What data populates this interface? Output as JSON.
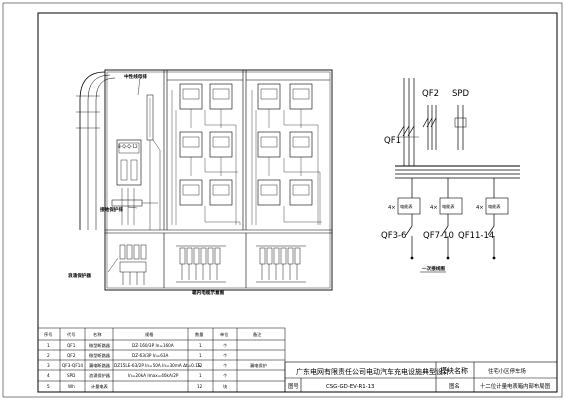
{
  "drawing": {
    "central_terminal_label": "中性线母排",
    "ground_block_label": "接地保护排",
    "surge_label": "浪涌保护器",
    "meter_circuit_label": "8-Q-Q-12",
    "cabinet_title": "箱内电缆示意图",
    "one_line_title": "一次接线图"
  },
  "one_line": {
    "qf2": "QF2",
    "spd": "SPD",
    "qf1": "QF1",
    "meter_box_prefix": "4×",
    "meter_box_label": "电能表",
    "group1": "QF3-6",
    "group2": "QF7-10",
    "group3": "QF11-14"
  },
  "table": {
    "headers": [
      "序号",
      "代号",
      "名称",
      "规格",
      "数量",
      "单位",
      "备注"
    ],
    "rows": [
      [
        "1",
        "QF1",
        "微型断路器",
        "DZ-160/3P In=160A",
        "1",
        "个",
        ""
      ],
      [
        "2",
        "QF2",
        "微型断路器",
        "DZ-63/3P In=63A",
        "1",
        "个",
        ""
      ],
      [
        "3",
        "QF3-QF14",
        "漏电断路器",
        "DZ15LE-63/2P In=50A In=30mA Δt=0.1S",
        "12",
        "个",
        "漏电保护"
      ],
      [
        "4",
        "SPD",
        "浪涌保护器",
        "In=20kA Imax=40kA/2P",
        "1",
        "个",
        ""
      ],
      [
        "5",
        "Wh",
        "计量电表",
        "",
        "12",
        "块",
        ""
      ]
    ]
  },
  "title_block": {
    "company": "广东电网有限责任公司电动汽车充电设施典型设计",
    "module_label": "模块名称",
    "module_value": "住宅小区停车场",
    "drawing_no_label": "图号",
    "drawing_no": "CSG-GD-EV-R1-13",
    "drawing_name_label": "图名",
    "drawing_name": "十二位计量电表箱内部布局图"
  }
}
